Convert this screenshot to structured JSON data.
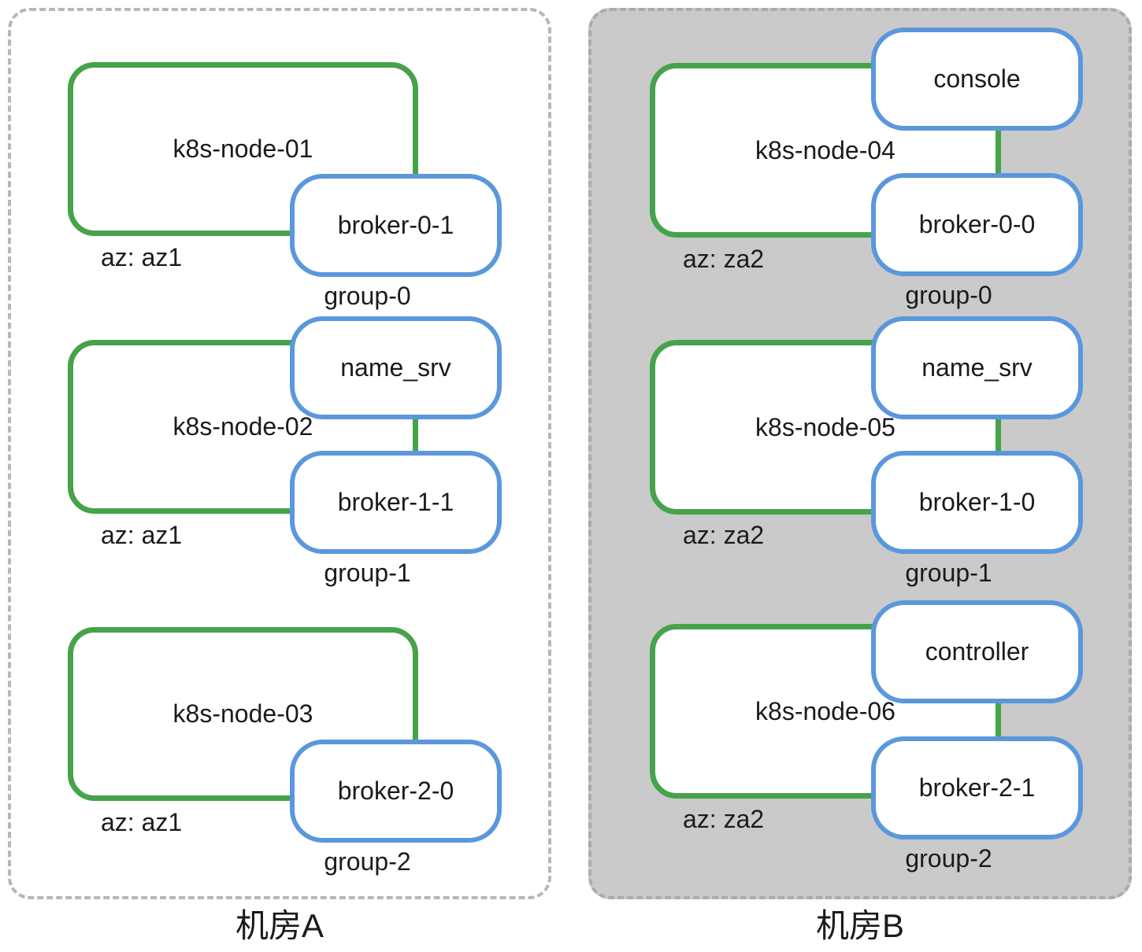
{
  "colors": {
    "node_border": "#46a34a",
    "pod_border": "#5b97dc",
    "panel_b_fill": "#cacaca",
    "panel_a_dash": "#b7b7b7",
    "panel_b_dash": "#ababab",
    "text": "#1b1b1b"
  },
  "datacenter_a": {
    "label": "机房A",
    "nodes": [
      {
        "name": "k8s-node-01",
        "az": "az: az1",
        "group": "group-0",
        "pod_bottom": "broker-0-1"
      },
      {
        "name": "k8s-node-02",
        "az": "az: az1",
        "group": "group-1",
        "pod_top": "name_srv",
        "pod_bottom": "broker-1-1"
      },
      {
        "name": "k8s-node-03",
        "az": "az: az1",
        "group": "group-2",
        "pod_bottom": "broker-2-0"
      }
    ]
  },
  "datacenter_b": {
    "label": "机房B",
    "nodes": [
      {
        "name": "k8s-node-04",
        "az": "az: za2",
        "group": "group-0",
        "pod_top": "console",
        "pod_bottom": "broker-0-0"
      },
      {
        "name": "k8s-node-05",
        "az": "az: za2",
        "group": "group-1",
        "pod_top": "name_srv",
        "pod_bottom": "broker-1-0"
      },
      {
        "name": "k8s-node-06",
        "az": "az: za2",
        "group": "group-2",
        "pod_top": "controller",
        "pod_bottom": "broker-2-1"
      }
    ]
  }
}
